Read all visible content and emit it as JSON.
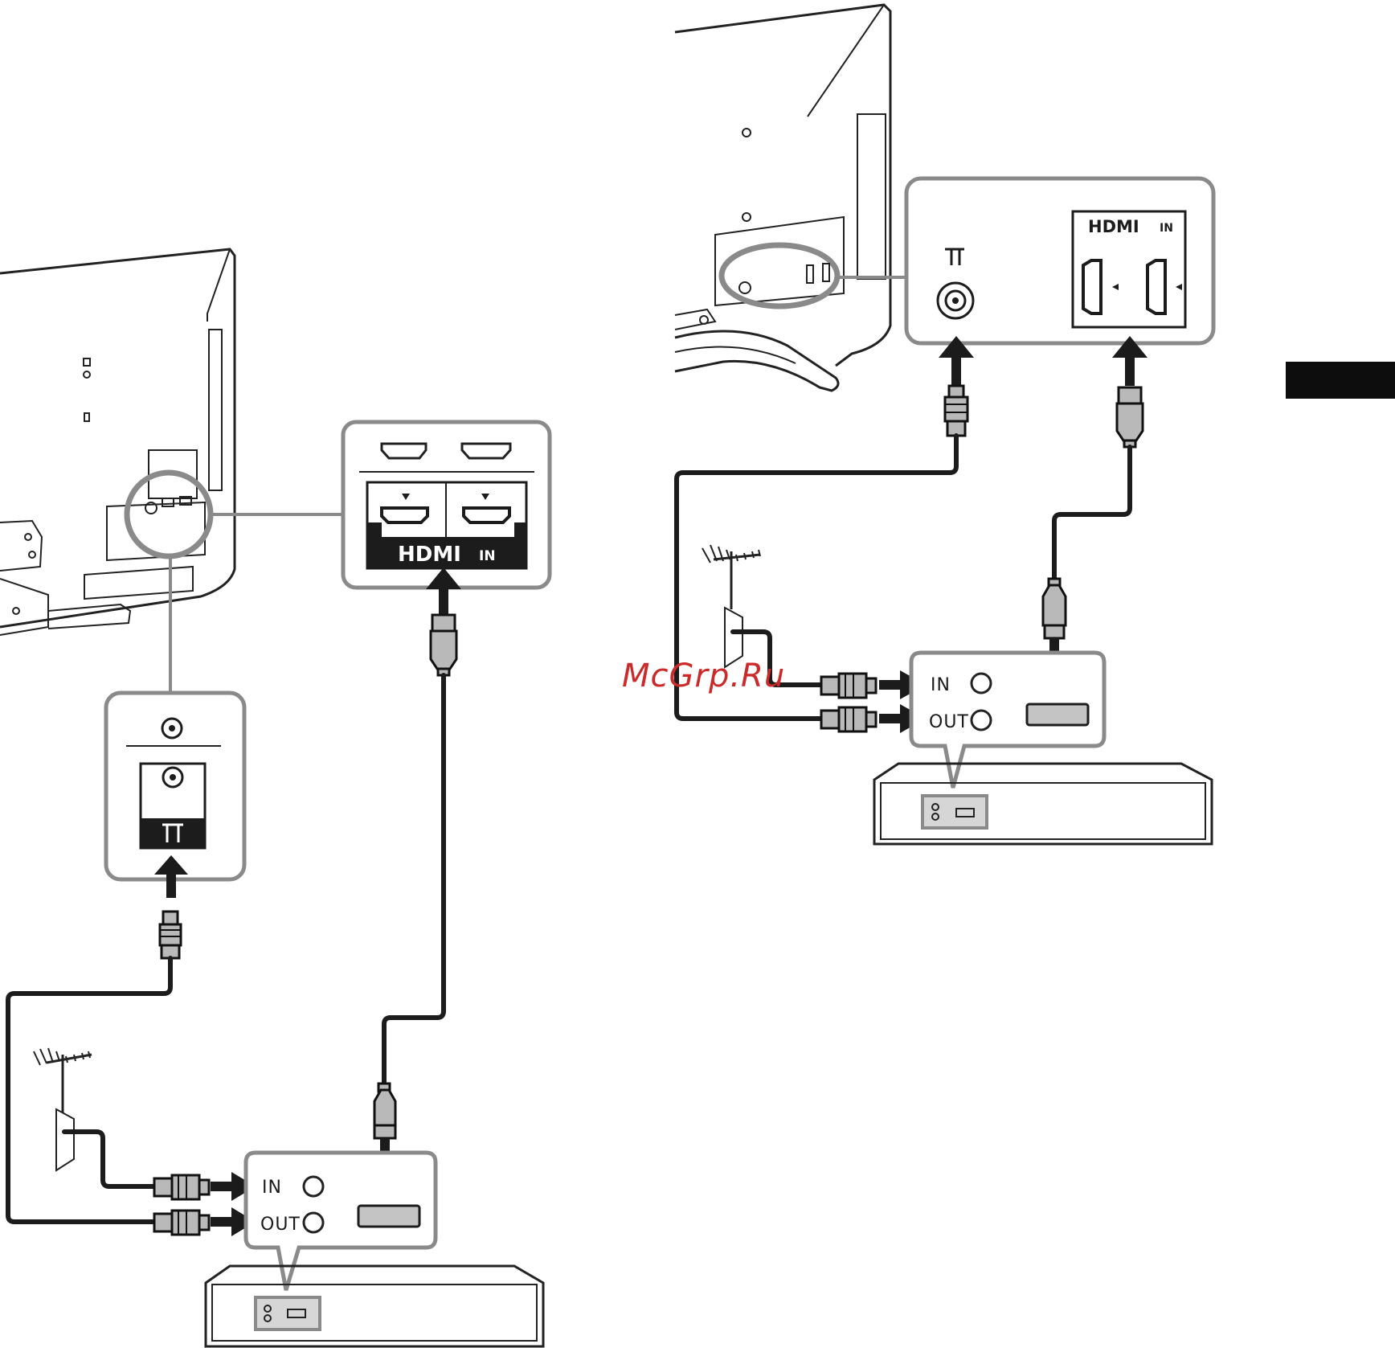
{
  "labels": {
    "hdmi_brand": "HDMI",
    "hdmi_in": "IN",
    "port_in": "IN",
    "port_out": "OUT",
    "antenna_symbol": "T"
  },
  "watermark": "McGrp.Ru",
  "colors": {
    "line": "#1c1c1c",
    "callout_border": "#8a8a8a",
    "connector_fill": "#b9b9b9",
    "watermark": "#cc2a2a"
  }
}
